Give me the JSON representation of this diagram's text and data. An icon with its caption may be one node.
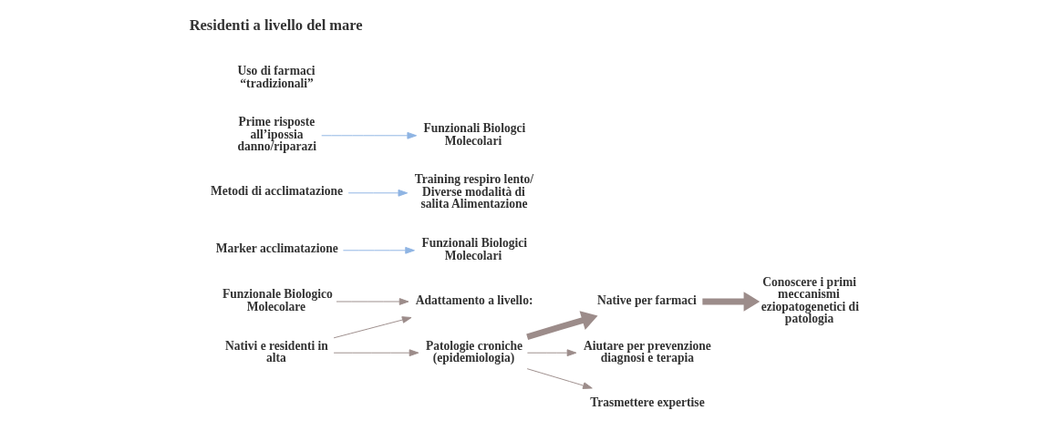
{
  "diagram": {
    "nodes": [
      {
        "text": [
          "Nativi e residenti in alta"
        ]
      },
      {
        "text": [
          "Marker acclimatazione"
        ]
      },
      {
        "text": [
          "Funzionali Biologici Molecolari"
        ]
      },
      {
        "text": [
          "Metodi di acclimatazione"
        ]
      },
      {
        "text": [
          "Training respiro lento/ Diverse modalità di salita Alimentazione"
        ]
      },
      {
        "text": [
          "Prime risposte all’ipossia danno/riparazi"
        ]
      },
      {
        "text": [
          "Funzionali Biologci Molecolari"
        ]
      },
      {
        "text": [
          "Adattamento a livello:"
        ]
      },
      {
        "text": [
          "Funzionale Biologico Molecolare"
        ]
      },
      {
        "text": [
          "Patologie croniche (epidemiologia)"
        ]
      },
      {
        "text": [
          "Native per farmaci"
        ]
      },
      {
        "text": [
          "Conoscere i primi meccanismi eziopatogenetici di patologia"
        ]
      },
      {
        "text": [
          "Uso di farmaci “tradizionali”"
        ]
      },
      {
        "text": [
          "Aiutare per prevenzione diagnosi e terapia"
        ]
      },
      {
        "text": [
          "Trasmettere expertise"
        ]
      }
    ],
    "edges": [
      {
        "from": 1,
        "to": 2,
        "arrow": "to",
        "color": "#8eb4e3"
      },
      {
        "from": 3,
        "to": 4,
        "arrow": "to",
        "color": "#8eb4e3"
      },
      {
        "from": 5,
        "to": 6,
        "arrow": "to",
        "color": "#8eb4e3"
      },
      {
        "from": 0,
        "to": 7,
        "arrow": "to"
      },
      {
        "from": 0,
        "to": 9,
        "arrow": "to"
      },
      {
        "from": 8,
        "to": 7,
        "arrow": "to"
      },
      {
        "from": 9,
        "to": 10,
        "arrow": "to",
        "style": "thick"
      },
      {
        "from": 10,
        "to": 11,
        "arrow": "to",
        "style": "thick"
      },
      {
        "from": 9,
        "to": 13,
        "arrow": "to"
      },
      {
        "from": 9,
        "to": 14,
        "arrow": "to"
      }
    ],
    "labels": [
      "Residenti a livello del mare"
    ]
  }
}
